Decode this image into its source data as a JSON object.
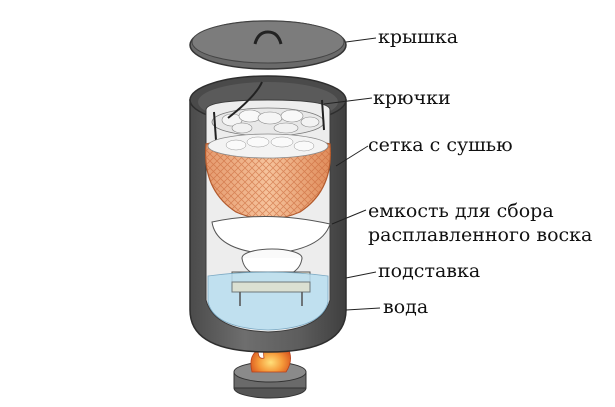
{
  "labels": {
    "lid": "крышка",
    "hooks": "крючки",
    "mesh": "сетка с сушью",
    "container_line1": "емкость для сбора",
    "container_line2": "расплавленного воска",
    "stand": "подставка",
    "water": "вода"
  },
  "colors": {
    "body": "#5f5f5f",
    "body_dark": "#3f3f3f",
    "mesh": "#f0b28a",
    "water": "#b9def0",
    "flame": "#f07a2a"
  }
}
